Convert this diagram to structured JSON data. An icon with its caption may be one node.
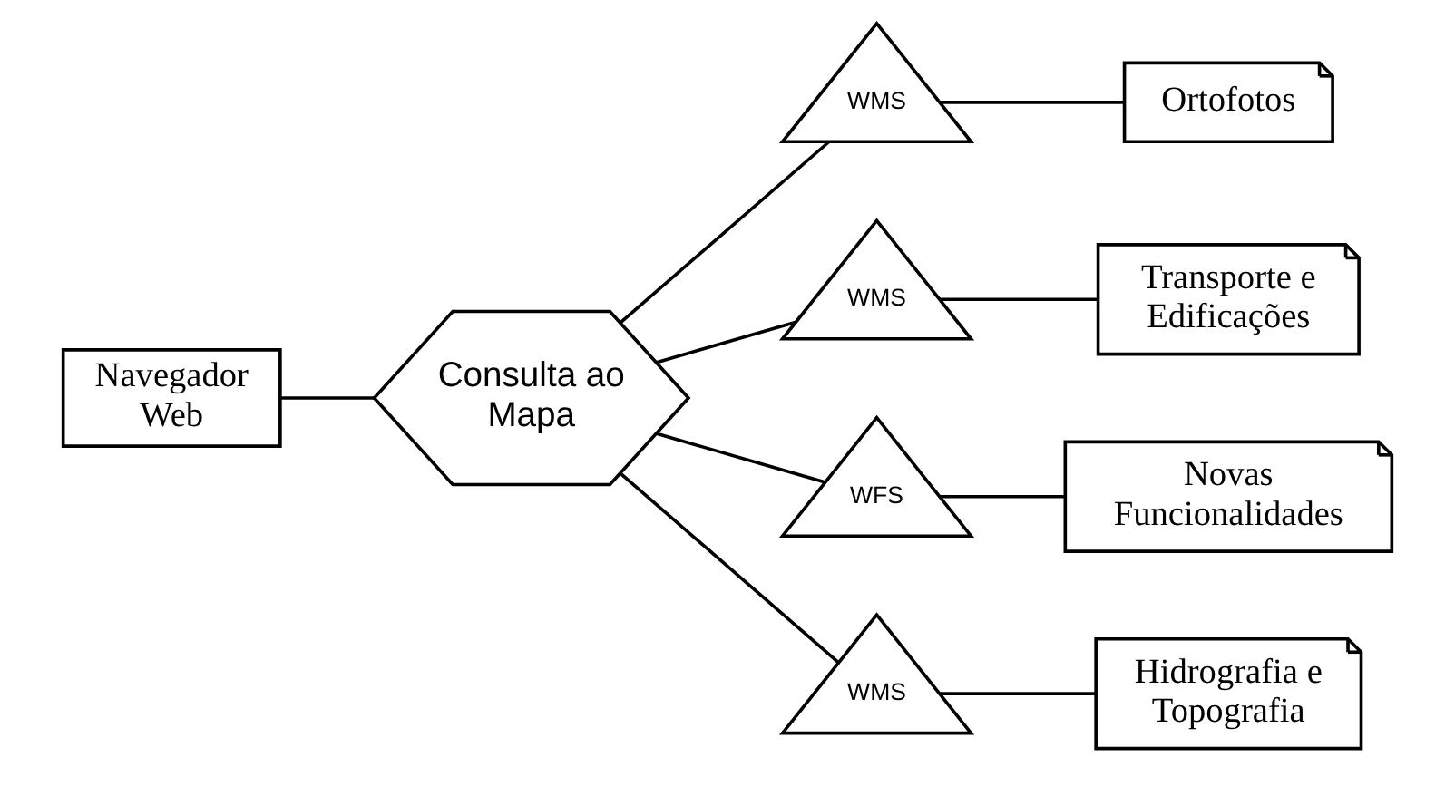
{
  "diagram": {
    "nodes": [
      {
        "text": [
          "Navegador Web"
        ]
      },
      {
        "text": [
          "Consulta ao Mapa"
        ]
      },
      {
        "text": [
          "WMS"
        ]
      },
      {
        "text": [
          "WMS"
        ]
      },
      {
        "text": [
          "WFS"
        ]
      },
      {
        "text": [
          "WMS"
        ]
      },
      {
        "text": [
          "Ortofotos"
        ]
      },
      {
        "text": [
          "Transporte e Edificações"
        ]
      },
      {
        "text": [
          "Novas Funcionalidades"
        ]
      },
      {
        "text": [
          "Hidrografia e Topografia"
        ]
      }
    ],
    "edges": [
      {
        "from": 0,
        "to": 1,
        "arrow": "none"
      },
      {
        "from": 1,
        "to": 2,
        "arrow": "none"
      },
      {
        "from": 1,
        "to": 3,
        "arrow": "none"
      },
      {
        "from": 1,
        "to": 4,
        "arrow": "none"
      },
      {
        "from": 1,
        "to": 5,
        "arrow": "none"
      },
      {
        "from": 2,
        "to": 6,
        "arrow": "none"
      },
      {
        "from": 3,
        "to": 7,
        "arrow": "none"
      },
      {
        "from": 4,
        "to": 8,
        "arrow": "none"
      },
      {
        "from": 5,
        "to": 9,
        "arrow": "none"
      }
    ]
  }
}
